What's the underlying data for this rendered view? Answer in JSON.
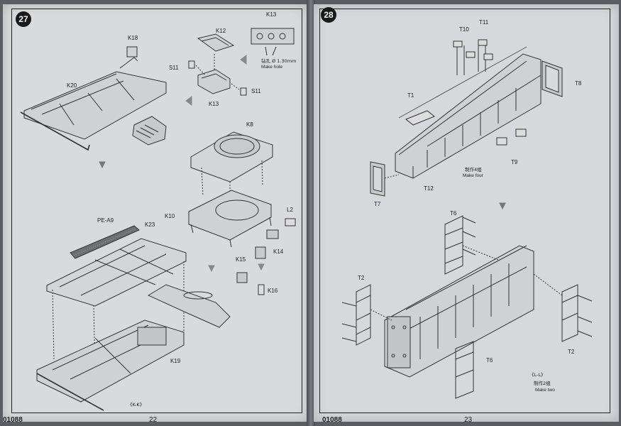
{
  "left_page": {
    "step": "27",
    "kit_code": "01088",
    "page_number": "22",
    "labels": {
      "k13_top": "K13",
      "k18": "K18",
      "k12": "K12",
      "k20": "K20",
      "s11_a": "S11",
      "s11_b": "S11",
      "k13_mid": "K13",
      "k8": "K8",
      "k10": "K10",
      "l2": "L2",
      "k14": "K14",
      "k15": "K15",
      "k16": "K16",
      "pe_a9": "PE-A9",
      "k23": "K23",
      "k19": "K19",
      "view_kk": "《K-K》"
    },
    "hole_note_cn": "钻孔 Ø 1.30mm",
    "hole_note_en": "Make hole"
  },
  "right_page": {
    "step": "28",
    "kit_code": "01088",
    "page_number": "23",
    "labels": {
      "t11": "T11",
      "t10": "T10",
      "t1": "T1",
      "t8": "T8",
      "t9": "T9",
      "t12": "T12",
      "t7": "T7",
      "t6_top": "T6",
      "t2_left": "T2",
      "t6_bottom": "T6",
      "t2_right": "T2",
      "view_ll": "《L-L》"
    },
    "make_four_cn": "制作4组",
    "make_four_en": "Make four",
    "make_two_cn": "制作2组",
    "make_two_en": "Make two"
  }
}
